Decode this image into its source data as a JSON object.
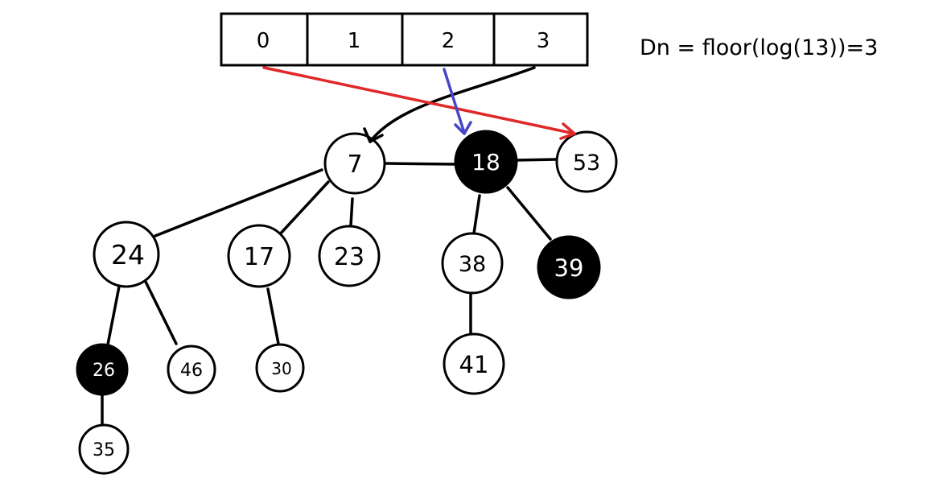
{
  "formula": "Dn = floor(log(13))=3",
  "array": [
    "0",
    "1",
    "2",
    "3"
  ],
  "nodes": [
    {
      "id": "n7",
      "label": "7",
      "fill": "white"
    },
    {
      "id": "n18",
      "label": "18",
      "fill": "black"
    },
    {
      "id": "n53",
      "label": "53",
      "fill": "white"
    },
    {
      "id": "n24",
      "label": "24",
      "fill": "white"
    },
    {
      "id": "n17",
      "label": "17",
      "fill": "white"
    },
    {
      "id": "n23",
      "label": "23",
      "fill": "white"
    },
    {
      "id": "n38",
      "label": "38",
      "fill": "white"
    },
    {
      "id": "n39",
      "label": "39",
      "fill": "black"
    },
    {
      "id": "n26",
      "label": "26",
      "fill": "black"
    },
    {
      "id": "n46",
      "label": "46",
      "fill": "white"
    },
    {
      "id": "n30",
      "label": "30",
      "fill": "white"
    },
    {
      "id": "n41",
      "label": "41",
      "fill": "white"
    },
    {
      "id": "n35",
      "label": "35",
      "fill": "white"
    }
  ],
  "edges": [
    [
      "n7",
      "n18"
    ],
    [
      "n18",
      "n53"
    ],
    [
      "n7",
      "n24"
    ],
    [
      "n7",
      "n17"
    ],
    [
      "n7",
      "n23"
    ],
    [
      "n18",
      "n38"
    ],
    [
      "n18",
      "n39"
    ],
    [
      "n24",
      "n26"
    ],
    [
      "n24",
      "n46"
    ],
    [
      "n17",
      "n30"
    ],
    [
      "n38",
      "n41"
    ],
    [
      "n26",
      "n35"
    ]
  ],
  "pointers": [
    {
      "from": "0",
      "to": "n53",
      "color": "#e02828"
    },
    {
      "from": "2",
      "to": "n18",
      "color": "#4646c8"
    },
    {
      "from": "3",
      "to": "n7",
      "color": "#000000"
    }
  ]
}
